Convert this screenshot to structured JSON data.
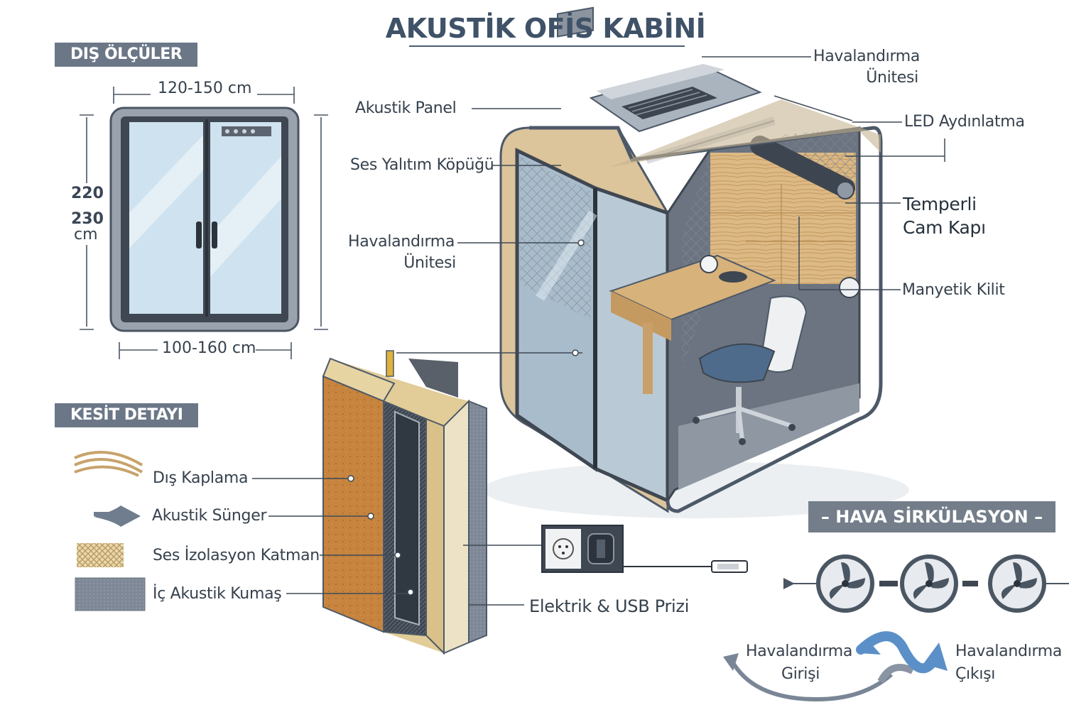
{
  "title": "AKUSTİK OFİS KABİNİ",
  "sections": {
    "dimensions": "DIŞ ÖLÇÜLER",
    "cross_section": "KESİT DETAYI",
    "air_circulation": "– HAVA SİRKÜLASYON –"
  },
  "dimensions": {
    "top_width": "120-150 cm",
    "bottom_width": "100-160 cm",
    "height_line1": "220",
    "height_line2": "230",
    "height_unit": "cm"
  },
  "callouts": {
    "ventilation_top_line1": "Havalandırma",
    "ventilation_top_line2": "Ünitesi",
    "acoustic_panel": "Akustik Panel",
    "led_lighting": "LED Aydınlatma",
    "insulation_foam": "Ses Yalıtım Köpüğü",
    "ventilation_mid_line1": "Havalandırma",
    "ventilation_mid_line2": "Ünitesi",
    "tempered_glass_line1": "Temperli",
    "tempered_glass_line2": "Cam Kapı",
    "magnetic_lock": "Manyetik Kilit",
    "outlet": "Elektrik & USB Prizi"
  },
  "legend": [
    {
      "label": "Dış Kaplama",
      "swatch": "wood-grain"
    },
    {
      "label": "Akustik Sünger",
      "swatch": "arrow"
    },
    {
      "label": "Ses İzolasyon Katman",
      "swatch": "crosshatch"
    },
    {
      "label": "İç Akustik Kumaş",
      "swatch": "fabric"
    }
  ],
  "airflow": {
    "inlet_line1": "Havalandırma",
    "inlet_line2": "Girişi",
    "outlet_line1": "Havalandırma",
    "outlet_line2": "Çıkışı"
  },
  "colors": {
    "title": "#3f5268",
    "tag_bg": "#6b7787",
    "wood": "#c78640",
    "frame": "#4d5968",
    "arrow_blue": "#5b8fc8",
    "arrow_gray": "#7a8696"
  }
}
